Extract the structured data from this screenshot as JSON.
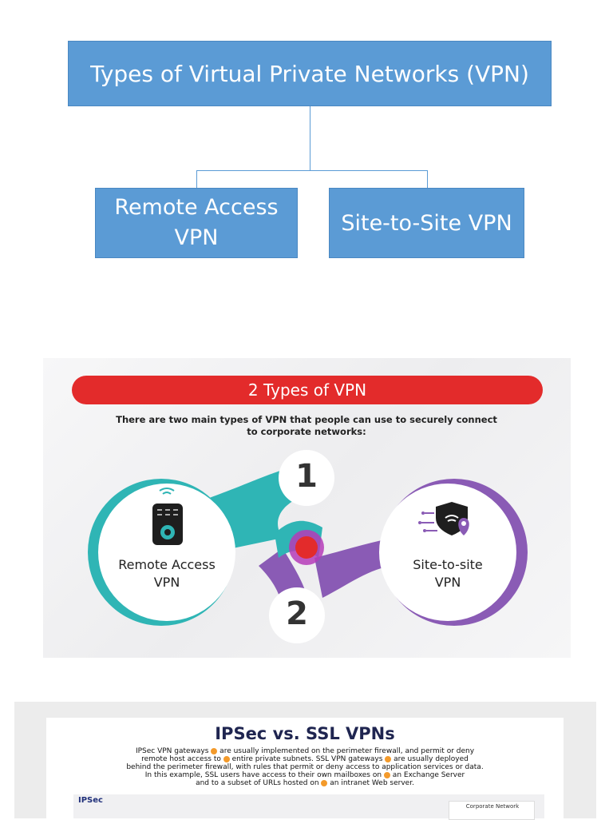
{
  "diagram": {
    "title": "Types of Virtual Private Networks (VPN)",
    "children": [
      {
        "label_line1": "Remote Access",
        "label_line2": "VPN"
      },
      {
        "label": "Site-to-Site VPN"
      }
    ],
    "box_color": "#5b9bd5"
  },
  "infographic": {
    "banner": "2 Types of VPN",
    "subtitle_line1": "There are two main types of VPN that people can use to securely connect",
    "subtitle_line2": "to corporate networks:",
    "items": [
      {
        "number": "1",
        "label_line1": "Remote Access",
        "label_line2": "VPN",
        "icon": "phone-remote-icon",
        "color": "#2fb5b5"
      },
      {
        "number": "2",
        "label_line1": "Site-to-site",
        "label_line2": "VPN",
        "icon": "shield-wifi-location-icon",
        "color": "#8a5bb5"
      }
    ],
    "banner_color": "#e32b2b"
  },
  "comparison": {
    "title": "IPSec vs. SSL VPNs",
    "desc_lines": [
      [
        "IPSec VPN gateways ",
        " are usually implemented on the perimeter firewall, and permit or deny"
      ],
      [
        "remote host access to ",
        " entire private subnets. SSL VPN gateways ",
        " are usually deployed"
      ],
      [
        "behind the perimeter firewall, with rules that permit or deny access to application services or data."
      ],
      [
        "In this example, SSL users have access to their own mailboxes on ",
        " an Exchange Server"
      ],
      [
        "and to a subset of URLs hosted on ",
        " an intranet Web server."
      ]
    ],
    "section_label": "IPSec",
    "corporate_label": "Corporate Network"
  }
}
